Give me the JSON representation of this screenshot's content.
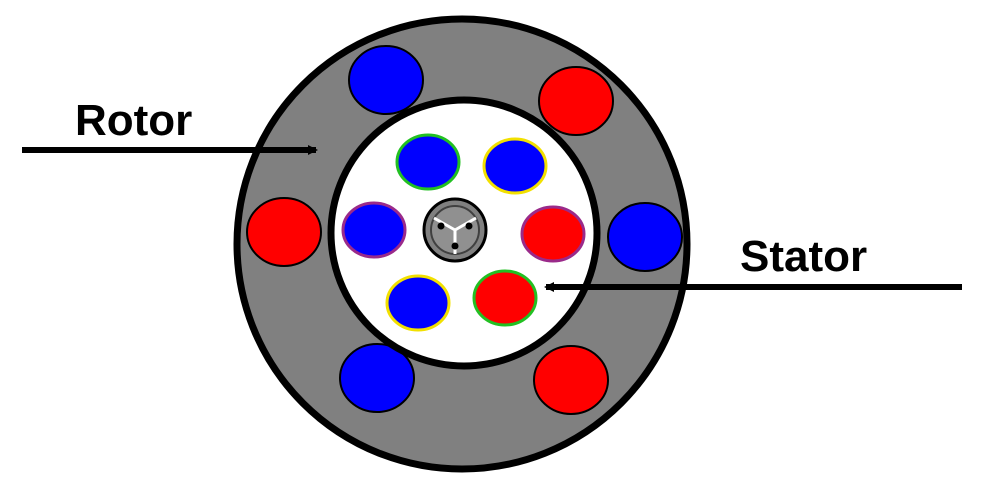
{
  "labels": {
    "rotor": "Rotor",
    "stator": "Stator"
  },
  "colors": {
    "background": "#ffffff",
    "rotor_ring": "#808080",
    "outline": "#000000",
    "stator_fill": "#ffffff",
    "magnet_red": "#ff0000",
    "magnet_blue": "#0000ff",
    "coil_ring_green": "#22c022",
    "coil_ring_yellow": "#f2e000",
    "coil_ring_purple": "#9a2a8a",
    "shaft": "#808080",
    "label_text": "#000000"
  },
  "rotor_magnets": [
    "blue",
    "red",
    "blue",
    "red",
    "blue",
    "red",
    "blue",
    "red"
  ],
  "stator_coils": [
    {
      "fill": "blue",
      "ring": "green"
    },
    {
      "fill": "blue",
      "ring": "yellow"
    },
    {
      "fill": "red",
      "ring": "purple"
    },
    {
      "fill": "red",
      "ring": "green"
    },
    {
      "fill": "blue",
      "ring": "yellow"
    },
    {
      "fill": "blue",
      "ring": "purple"
    }
  ]
}
